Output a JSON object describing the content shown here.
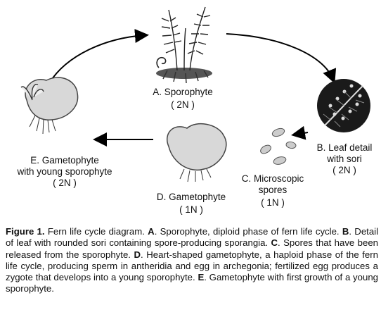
{
  "stages": {
    "a": {
      "name": "A. Sporophyte",
      "ploidy": "( 2N )"
    },
    "b": {
      "name_l1": "B. Leaf detail",
      "name_l2": "with sori",
      "ploidy": "( 2N )"
    },
    "c": {
      "name_l1": "C. Microscopic",
      "name_l2": "spores",
      "ploidy": "( 1N )"
    },
    "d": {
      "name": "D. Gametophyte",
      "ploidy": "( 1N )"
    },
    "e": {
      "name_l1": "E. Gametophyte",
      "name_l2": "with young sporophyte",
      "ploidy": "( 2N )"
    }
  },
  "caption": {
    "figure_label": "Figure 1.",
    "intro": " Fern life cycle diagram. ",
    "a_key": "A",
    "a_text": ". Sporophyte, diploid phase of fern life cycle.   ",
    "b_key": "B",
    "b_text": ". Detail of leaf with rounded sori containing spore-producing sporangia. ",
    "c_key": "C",
    "c_text": ". Spores that have been released from the sporophyte. ",
    "d_key": "D",
    "d_text": ". Heart-shaped gametophyte, a haploid phase of the fern life cycle, producing sperm in antheridia and egg in archegonia; fertilized egg produces a zygote that develops into a young sporophyte. ",
    "e_key": "E",
    "e_text": ". Gametophyte with first growth of a young sporophyte."
  }
}
